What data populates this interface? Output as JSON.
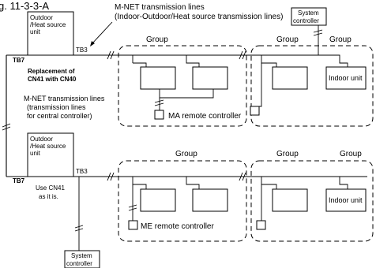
{
  "figure_label": "g. 11-3-3-A",
  "mnet_transmission": {
    "line1": "M-NET transmission lines",
    "line2": "(Indoor-Outdoor/Heat source transmission lines)"
  },
  "system_controller_top": {
    "line1": "System",
    "line2": "controller"
  },
  "system_controller_bottom": {
    "line1": "System",
    "line2": "controller"
  },
  "outdoor_unit_top": {
    "line1": "Outdoor",
    "line2": "/Heat source",
    "line3": "unit"
  },
  "outdoor_unit_bottom": {
    "line1": "Outdoor",
    "line2": "/Heat source",
    "line3": "unit"
  },
  "terminals": {
    "tb7_top": "TB7",
    "tb3_top": "TB3",
    "tb7_bottom": "TB7",
    "tb3_bottom": "TB3"
  },
  "replacement_note": {
    "line1": "Replacement of",
    "line2": "CN41 with CN40"
  },
  "central_note": {
    "line1": "M-NET transmission lines",
    "line2": "(transmission lines",
    "line3": "for central controller)"
  },
  "use_note": {
    "line1": "Use CN41",
    "line2": "as it is."
  },
  "group_labels": [
    "Group",
    "Group",
    "Group",
    "Group"
  ],
  "indoor_unit_label_top": "Indoor unit",
  "indoor_unit_label_bottom": "Indoor unit",
  "ma_remote_label": "MA remote controller",
  "me_remote_label": "ME remote controller"
}
